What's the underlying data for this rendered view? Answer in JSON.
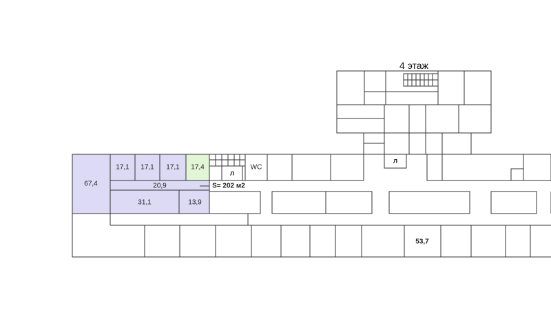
{
  "floor_label": "4 этаж",
  "total_area_label": "S= 202 м2",
  "colors": {
    "highlight_purple": "#dcdaf4",
    "highlight_green": "#e3f5d7",
    "wall": "#333333"
  },
  "rooms": {
    "r674": "67,4",
    "r171a": "17,1",
    "r171b": "17,1",
    "r171c": "17,1",
    "r174": "17,4",
    "r209": "20,9",
    "r311": "31,1",
    "r139": "13,9",
    "r537": "53,7"
  },
  "markers": {
    "elevator_left": "л",
    "elevator_right": "л",
    "wc": "WC"
  }
}
